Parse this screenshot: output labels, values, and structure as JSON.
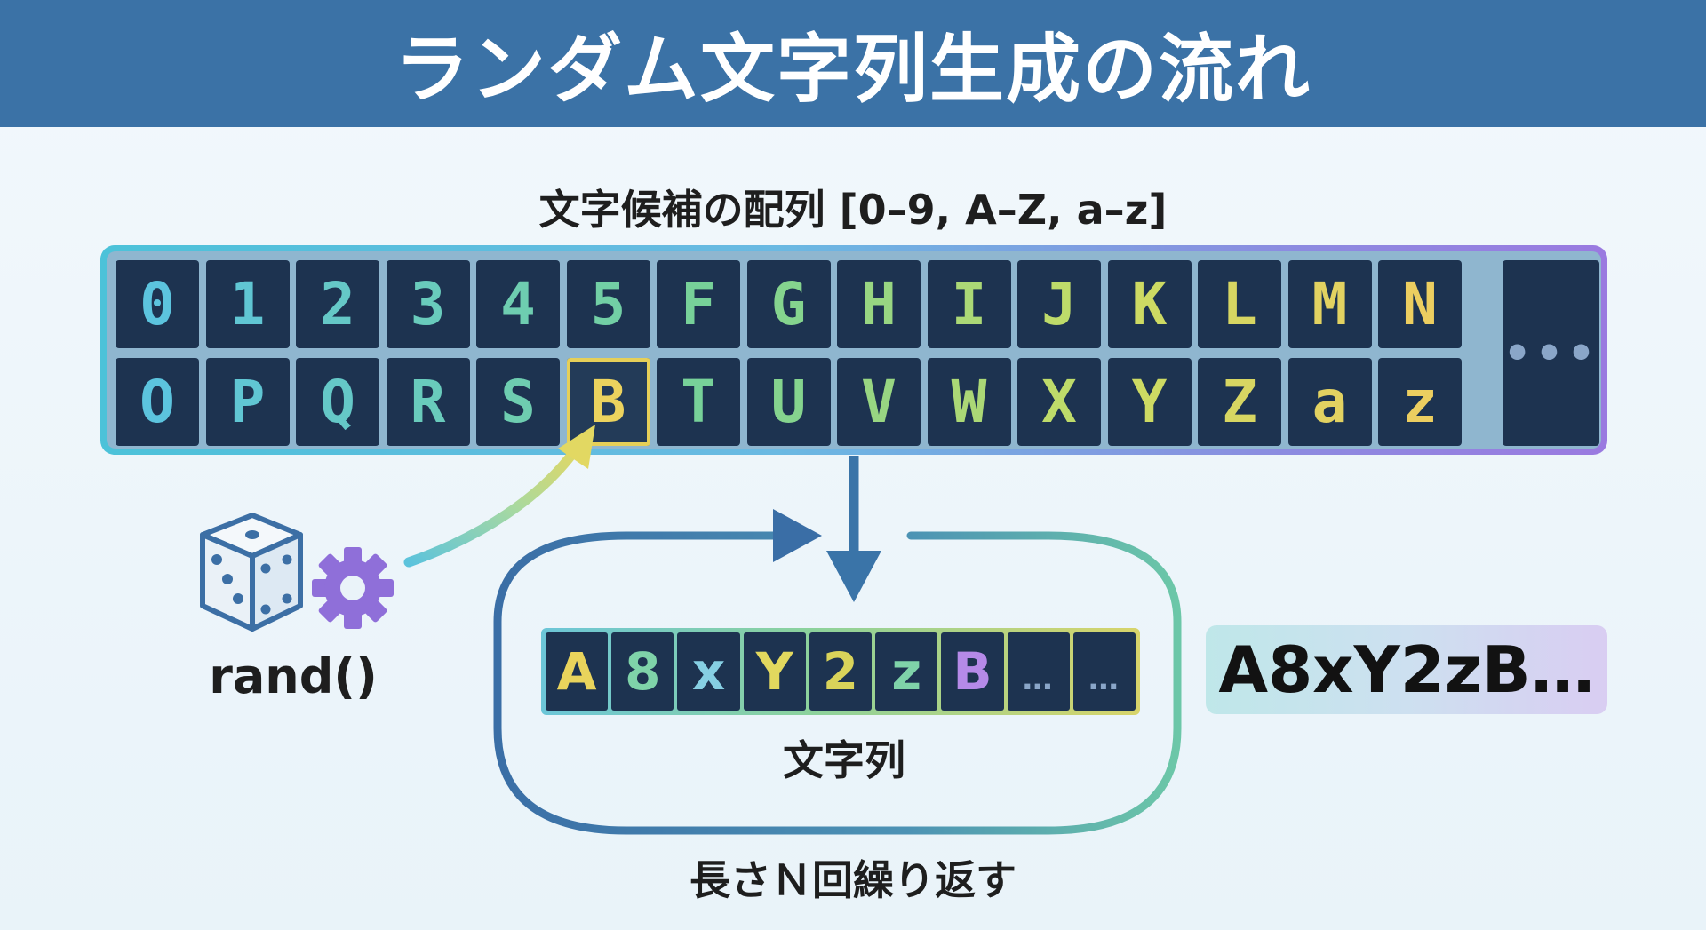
{
  "title": "ランダム文字列生成の流れ",
  "array": {
    "label": "文字候補の配列 [0–9,  A–Z, a–z]",
    "row1": [
      "0",
      "1",
      "2",
      "3",
      "4",
      "5",
      "F",
      "G",
      "H",
      "I",
      "J",
      "K",
      "L",
      "M",
      "N"
    ],
    "row2": [
      "O",
      "P",
      "Q",
      "R",
      "S",
      "B",
      "T",
      "U",
      "V",
      "W",
      "X",
      "Y",
      "Z",
      "a",
      "z"
    ],
    "more": "•••",
    "selected": "B"
  },
  "rand_label": "rand()",
  "string": {
    "chars": [
      "A",
      "8",
      "x",
      "Y",
      "2",
      "z",
      "B",
      "…",
      "…"
    ],
    "label": "文字列"
  },
  "loop_label": "長さＮ回繰り返す",
  "result": "A8xY2zB…",
  "icons": [
    "dice-icon",
    "gear-icon"
  ],
  "colors": {
    "header": "#3b72a6",
    "cell_bg": "#1d3350",
    "highlight": "#e6cf58",
    "arrow_blue": "#3a74a8",
    "loop_green": "#6cc7a8",
    "gear_purple": "#8f6fd9"
  }
}
